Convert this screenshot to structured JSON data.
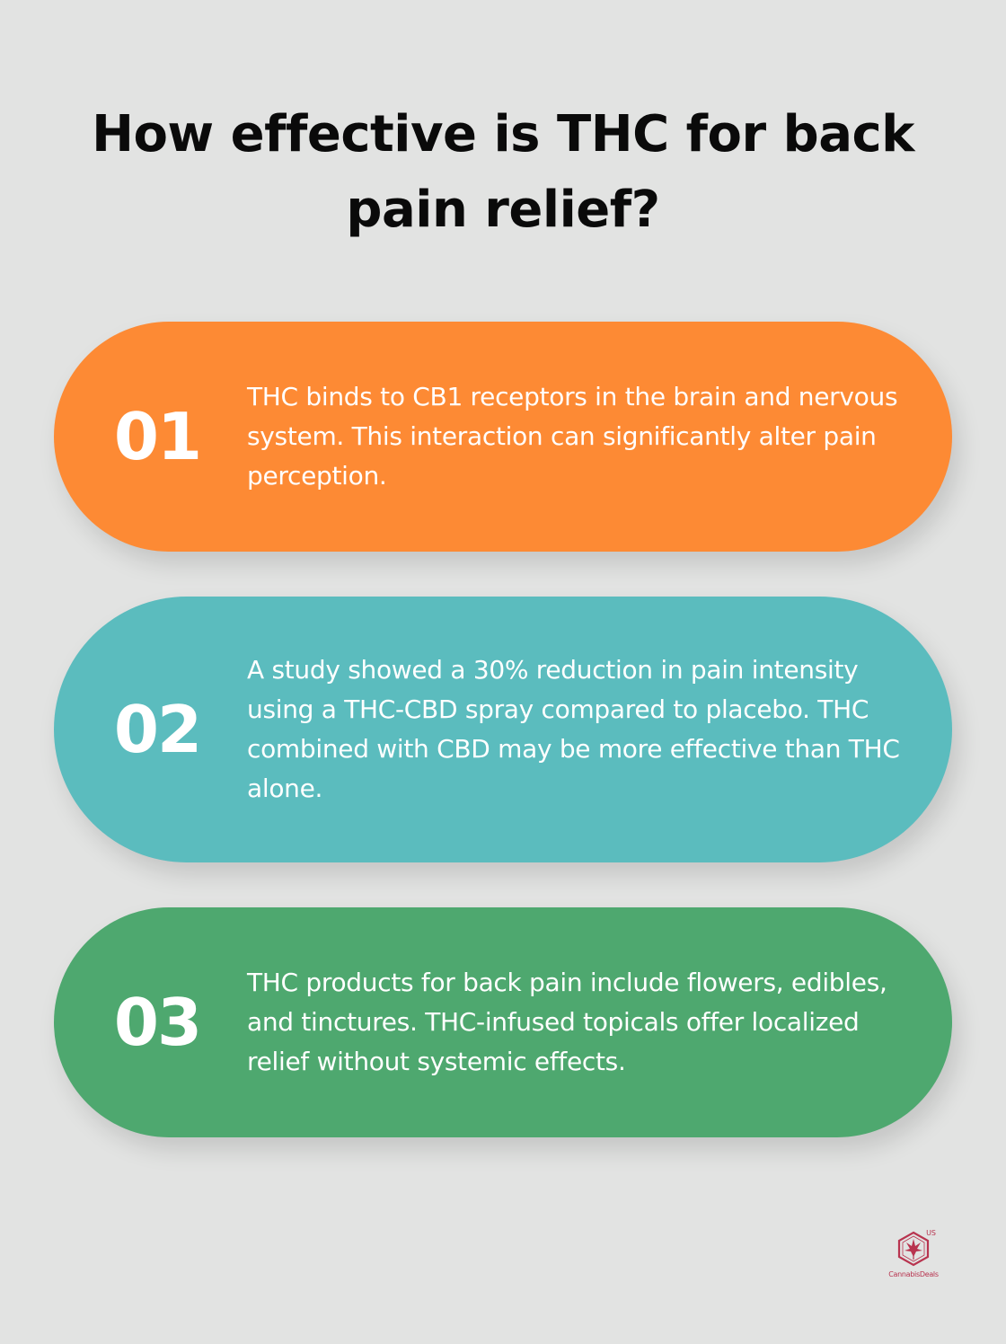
{
  "title": "How effective is THC for back pain relief?",
  "cards": [
    {
      "number": "01",
      "text": "THC binds to CB1 receptors in the brain and nervous system. This interaction can significantly alter pain perception.",
      "color": "#fd8a34"
    },
    {
      "number": "02",
      "text": "A study showed a 30% reduction in pain intensity using a THC-CBD spray compared to placebo. THC combined with CBD may be more effective than THC alone.",
      "color": "#5bbcbe"
    },
    {
      "number": "03",
      "text": "THC products for back pain include flowers, edibles, and tinctures. THC-infused topicals offer localized relief without systemic effects.",
      "color": "#4ea86f"
    }
  ],
  "logo": {
    "brand_text": "CannabisDeals",
    "region_text": "US",
    "icon": "cannabis-leaf-hexagon-icon",
    "color": "#b8344f"
  }
}
